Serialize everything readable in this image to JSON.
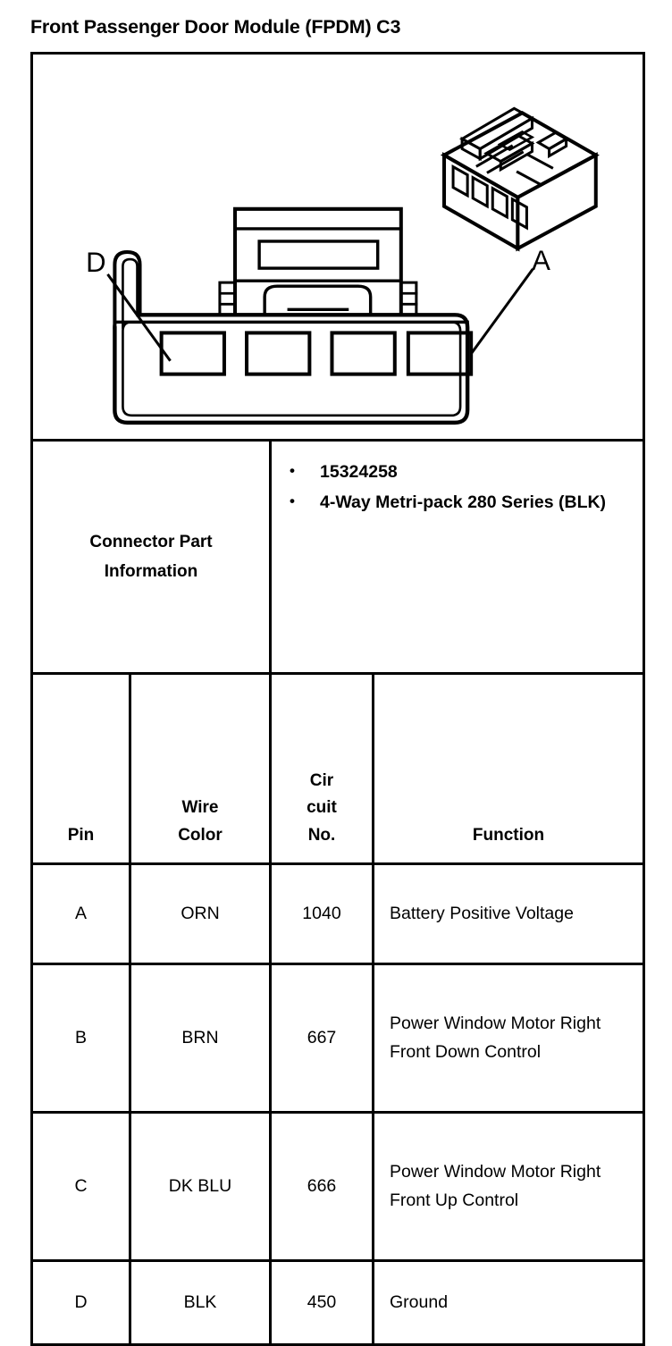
{
  "page_title": "Front Passenger Door Module (FPDM) C3",
  "illustration": {
    "name": "connector-illustration",
    "views": [
      "isometric-connector-view",
      "front-connector-view"
    ],
    "cavity_count": 4,
    "callouts": [
      {
        "label": "D",
        "side": "left"
      },
      {
        "label": "A",
        "side": "right"
      }
    ]
  },
  "connector_part_information": {
    "label": "Connector Part Information",
    "label_line1": "Connector Part",
    "label_line2": "Information",
    "bullet_glyph": "•",
    "items": [
      "15324258",
      "4-Way Metri-pack 280 Series (BLK)"
    ]
  },
  "pin_table": {
    "headers": {
      "pin": "Pin",
      "wire_color_line1": "Wire",
      "wire_color_line2": "Color",
      "circuit_no_line1": "Cir",
      "circuit_no_line2": "cuit",
      "circuit_no_line3": "No.",
      "function": "Function"
    },
    "rows": [
      {
        "pin": "A",
        "wire_color": "ORN",
        "circuit_no": "1040",
        "function": "Battery Positive Voltage"
      },
      {
        "pin": "B",
        "wire_color": "BRN",
        "circuit_no": "667",
        "function": "Power Window Motor Right Front Down Control"
      },
      {
        "pin": "C",
        "wire_color": "DK BLU",
        "circuit_no": "666",
        "function": "Power Window Motor Right Front Up Control"
      },
      {
        "pin": "D",
        "wire_color": "BLK",
        "circuit_no": "450",
        "function": "Ground"
      }
    ]
  },
  "colors": {
    "ink": "#000000",
    "paper": "#ffffff"
  }
}
